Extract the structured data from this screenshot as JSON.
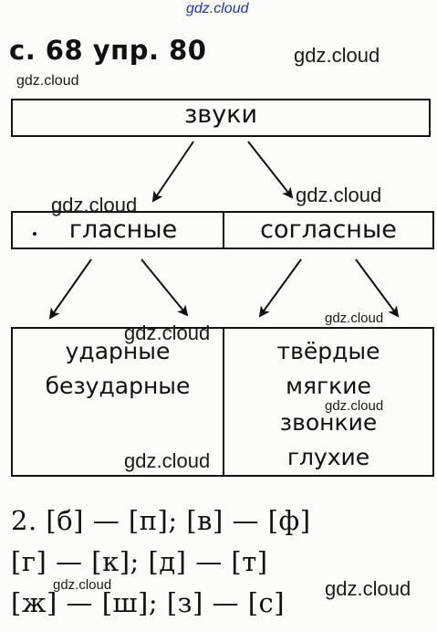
{
  "watermarks": [
    "gdz.cloud",
    "gdz.cloud",
    "gdz.cloud",
    "gdz.cloud",
    "gdz.cloud",
    "gdz.cloud",
    "gdz.cloud",
    "gdz.cloud",
    "gdz.cloud",
    "gdz.cloud"
  ],
  "heading": "с. 68 упр. 80",
  "diagram": {
    "root": "звуки",
    "left": {
      "label": "гласные",
      "items": [
        "ударные",
        "безударные"
      ]
    },
    "right": {
      "label": "согласные",
      "items": [
        "твёрдые",
        "мягкие",
        "звонкие",
        "глухие"
      ]
    }
  },
  "task2": {
    "lines": [
      "2. [б] — [п]; [в] — [ф]",
      "[г] — [к]; [д] — [т]",
      "[ж] — [ш]; [з] — [с]"
    ]
  }
}
